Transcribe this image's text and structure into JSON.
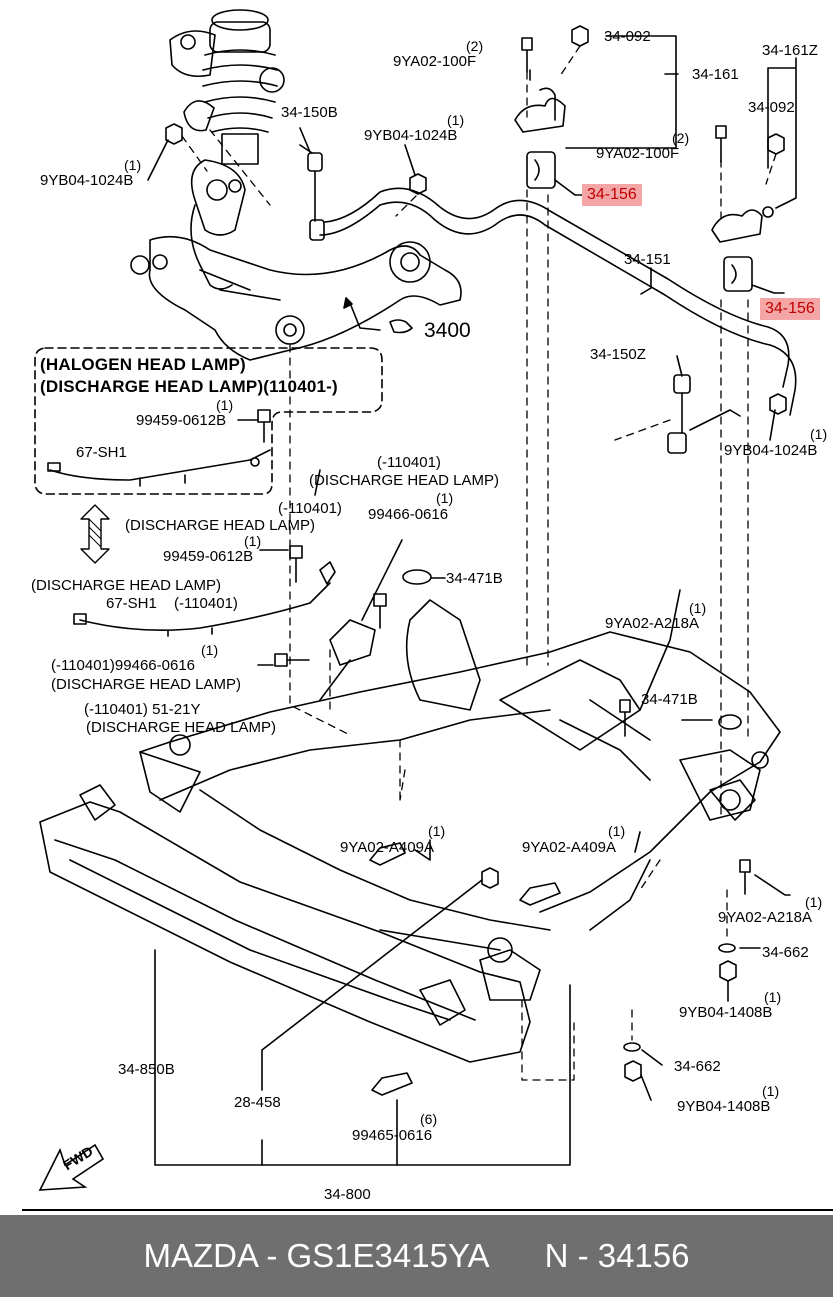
{
  "colors": {
    "highlight_bg": "#f4a6a6",
    "highlight_text": "#c00000",
    "footer_bg": "#6f6f6f",
    "footer_text": "#ffffff"
  },
  "callout": {
    "halogen_title_1": "(HALOGEN HEAD LAMP)",
    "halogen_title_2": "(DISCHARGE HEAD LAMP)(110401-)",
    "callout_3400": "3400"
  },
  "parts": {
    "p_9ya02_100f_a": {
      "qty": "(2)",
      "code": "9YA02-100F"
    },
    "p_34_092_a": "34-092",
    "p_34_161": "34-161",
    "p_34_161z": "34-161Z",
    "p_34_092_b": "34-092",
    "p_34_150b": "34-150B",
    "p_9yb04_1024b_a": {
      "qty": "(1)",
      "code": "9YB04-1024B"
    },
    "p_9yb04_1024b_b": {
      "qty": "(1)",
      "code": "9YB04-1024B"
    },
    "p_9ya02_100f_b": {
      "qty": "(2)",
      "code": "9YA02-100F"
    },
    "p_34_156_a": "34-156",
    "p_34_156_b": "34-156",
    "p_34_151": "34-151",
    "p_34_150z": "34-150Z",
    "p_9yb04_1024b_c": {
      "qty": "(1)",
      "code": "9YB04-1024B"
    },
    "p_99459_0612b_a": {
      "qty": "(1)",
      "code": "99459-0612B"
    },
    "p_67_sh1_a": "67-SH1",
    "note_110401_a": "(-110401)",
    "note_discharge_a": "(DISCHARGE HEAD LAMP)",
    "p_99466_0616_a": {
      "qty": "(1)",
      "code": "99466-0616"
    },
    "note_110401_b": "(-110401)",
    "note_discharge_b": "(DISCHARGE HEAD LAMP)",
    "p_99459_0612b_b": {
      "qty": "(1)",
      "code": "99459-0612B"
    },
    "p_34_471b_a": "34-471B",
    "note_discharge_c": "(DISCHARGE HEAD LAMP)",
    "p_67_sh1_b": "67-SH1",
    "note_110401_c": "(-110401)",
    "p_9ya02_a218a_a": {
      "qty": "(1)",
      "code": "9YA02-A218A"
    },
    "p_99466_0616_b": {
      "qty": "(1)",
      "code": "(-110401)99466-0616"
    },
    "note_discharge_d": "(DISCHARGE HEAD LAMP)",
    "p_34_471b_b": "34-471B",
    "p_51_21y": "(-110401) 51-21Y",
    "note_discharge_e": "(DISCHARGE HEAD LAMP)",
    "p_9ya02_a409a_a": {
      "qty": "(1)",
      "code": "9YA02-A409A"
    },
    "p_9ya02_a409a_b": {
      "qty": "(1)",
      "code": "9YA02-A409A"
    },
    "p_9ya02_a218a_b": {
      "qty": "(1)",
      "code": "9YA02-A218A"
    },
    "p_34_662_a": "34-662",
    "p_9yb04_1408b_a": {
      "qty": "(1)",
      "code": "9YB04-1408B"
    },
    "p_34_662_b": "34-662",
    "p_9yb04_1408b_b": {
      "qty": "(1)",
      "code": "9YB04-1408B"
    },
    "p_34_850b": "34-850B",
    "p_28_458": "28-458",
    "p_99465_0616": {
      "qty": "(6)",
      "code": "99465-0616"
    },
    "p_34_800": "34-800",
    "fwd": "FWD"
  },
  "footer": {
    "brand_part": "MAZDA - GS1E3415YA",
    "number": "N - 34156"
  }
}
